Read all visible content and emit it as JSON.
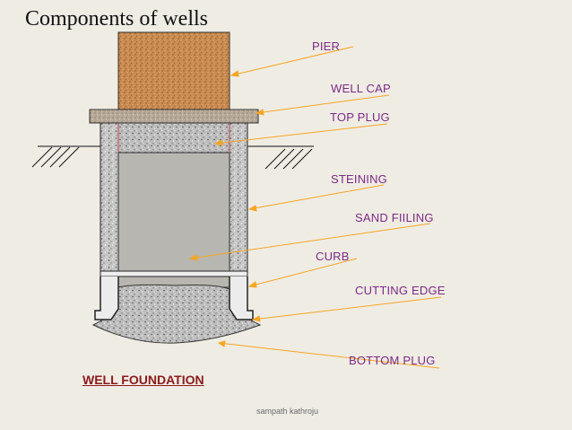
{
  "title": "Components of wells",
  "labels": {
    "pier": "PIER",
    "well_cap": "WELL CAP",
    "top_plug": "TOP PLUG",
    "steining": "STEINING",
    "sand_filling": "SAND FIILING",
    "curb": "CURB",
    "cutting_edge": "CUTTING EDGE",
    "bottom_plug": "BOTTOM PLUG"
  },
  "caption": "WELL FOUNDATION",
  "credit": "sampath kathroju",
  "colors": {
    "background": "#efece4",
    "label_text": "#7b2a86",
    "leader_line": "#f5a623",
    "caption": "#8a1c1c",
    "pier": "#c88a4e",
    "steining": "#c9c9c9",
    "sand_filling": "#b8b6b0"
  }
}
